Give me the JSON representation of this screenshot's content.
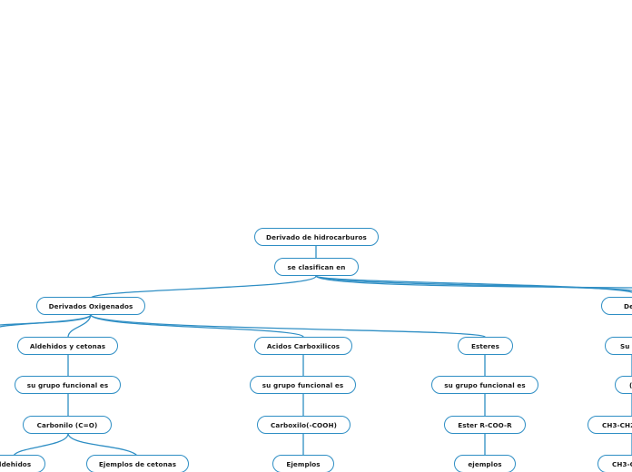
{
  "colors": {
    "node_border": "#2e8ec4",
    "link": "#2e8ec4",
    "background": "#ffffff"
  },
  "nodes": {
    "root": {
      "label": "Derivado de hidrocarburos"
    },
    "classify": {
      "label": "se clasifican en"
    },
    "oxygenated": {
      "label": "Derivados Oxigenados"
    },
    "right_branch": {
      "label": "Derivados"
    },
    "aldehydes_ketones": {
      "label": "Aldehidos y cetonas"
    },
    "carboxylic_acids": {
      "label": "Acidos Carboxilicos"
    },
    "esters": {
      "label": "Esteres"
    },
    "right_group": {
      "label": "Su gr"
    },
    "ak_functional_group": {
      "label": "su grupo funcional es"
    },
    "acid_functional_group": {
      "label": "su grupo funcional es"
    },
    "ester_functional_group": {
      "label": "su grupo funcional es"
    },
    "right_paren": {
      "label": "("
    },
    "carbonyl": {
      "label": "Carbonilo (C=O)"
    },
    "carboxyl": {
      "label": "Carboxilo(-COOH)"
    },
    "ester_formula": {
      "label": "Ester R-COO-R"
    },
    "right_formula": {
      "label": "CH3-CH2"
    },
    "aldehyde_examples": {
      "label": "ldehidos"
    },
    "ketone_examples": {
      "label": "Ejemplos de cetonas"
    },
    "acid_examples": {
      "label": "Ejemplos"
    },
    "ester_examples": {
      "label": "ejemplos"
    },
    "right_formula_2": {
      "label": "CH3-C"
    }
  }
}
